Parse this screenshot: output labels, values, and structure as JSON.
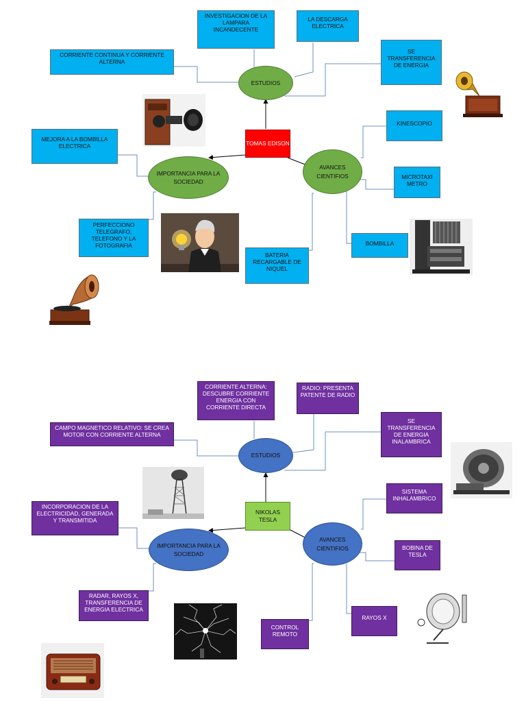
{
  "edison": {
    "center": "TOMAS EDISON",
    "estudios": "ESTUDIOS",
    "importancia": "IMPORTANCIA PARA LA SOCIEDAD",
    "avances": "AVANCES CIENTIFIOS",
    "boxes": {
      "lampara": "INVESTIGACION DE LA LAMPARA INCANDECENTE",
      "descarga": "LA DESCARGA ELECTRICA",
      "corriente": "CORRIENTE CONTINUA Y  CORRIENTE ALTERNA",
      "transferencia": "SE TRANSFERENCIA DE ENERGIA",
      "kinescopio": "KINESCOPIO",
      "mejora": "MEJORA A LA BOMBILLA ELECTRICA",
      "microtaxi": "MICROTAXI METRO",
      "perfecciono": "PERFECCIONO TELEGRAFO, TELEFONO Y LA FOTOGRAFIA",
      "bombilla": "BOMBILLA",
      "bateria": "BATERIA RECARGABLE DE NIQUEL"
    }
  },
  "tesla": {
    "center": "NIKOLAS TESLA",
    "estudios": "ESTUDIOS",
    "importancia": "IMPORTANCIA PARA LA SOCIEDAD",
    "avances": "AVANCES CIENTIFIOS",
    "boxes": {
      "alterna": "CORRIENTE ALTERNA: DESCUBRE CORRIENTE ENERGIA CON CORRIENTE DIRECTA",
      "radio": "RADIO: PRESENTA PATENTE DE RADIO",
      "campo": "CAMPO MAGNETICO RELATIVO: SE CREA MOTOR CON CORRIENTE ALTERNA",
      "transferencia": "SE TRANSFERENCIA DE ENERGIA INALAMBRICA",
      "sistema": "SISTEMA INHALAMBRICO",
      "incorporacion": "INCORPORACION DE LA ELECTRICIDAD, GENERADA Y TRANSMITIDA",
      "bobina": "BOBINA  DE TESLA",
      "radar": "RADAR, RAYOS X, TRANSFERENCIA DE ENERGIA ELECTRICA",
      "rayos": "RAYOS X",
      "control": "CONTROL REMOTO"
    }
  },
  "colors": {
    "blue_box": "#00b0f0",
    "purple_box": "#7030a0",
    "green_ellipse": "#70ad47",
    "blue_ellipse": "#4472c4",
    "edison_center": "#ff0000",
    "tesla_center": "#92d050"
  },
  "images": [
    "gramophone-illustration",
    "wall-telephone",
    "edison-cartoon",
    "dynamo-machine",
    "gramophone-horn",
    "wardenclyffe-tower",
    "induction-motor",
    "tesla-lab-sparks",
    "x-ray-lamp",
    "vintage-radio"
  ]
}
